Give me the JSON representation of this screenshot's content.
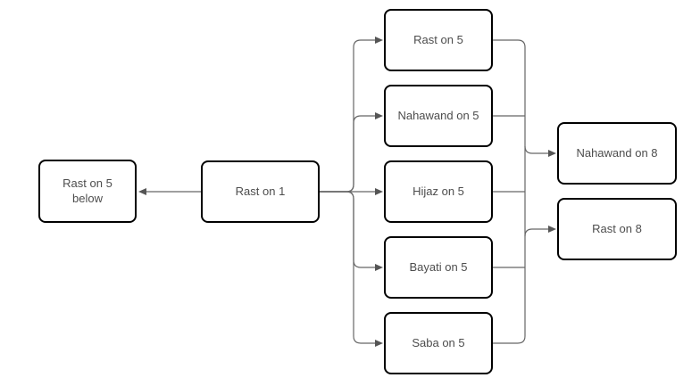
{
  "diagram": {
    "type": "flowchart",
    "nodes": {
      "rast_on_5_below": "Rast on 5 below",
      "rast_on_1": "Rast on 1",
      "rast_on_5": "Rast on 5",
      "nahawand_on_5": "Nahawand on 5",
      "hijaz_on_5": "Hijaz on 5",
      "bayati_on_5": "Bayati on 5",
      "saba_on_5": "Saba on 5",
      "nahawand_on_8": "Nahawand on 8",
      "rast_on_8": "Rast on 8"
    },
    "edges": [
      {
        "from": "rast_on_1",
        "to": "rast_on_5_below"
      },
      {
        "from": "rast_on_1",
        "to": "rast_on_5"
      },
      {
        "from": "rast_on_1",
        "to": "nahawand_on_5"
      },
      {
        "from": "rast_on_1",
        "to": "hijaz_on_5"
      },
      {
        "from": "rast_on_1",
        "to": "bayati_on_5"
      },
      {
        "from": "rast_on_1",
        "to": "saba_on_5"
      },
      {
        "from": "rast_on_5",
        "to": "nahawand_on_8"
      },
      {
        "from": "rast_on_5",
        "to": "rast_on_8"
      },
      {
        "from": "nahawand_on_5",
        "to": "nahawand_on_8"
      },
      {
        "from": "nahawand_on_5",
        "to": "rast_on_8"
      },
      {
        "from": "hijaz_on_5",
        "to": "nahawand_on_8"
      },
      {
        "from": "hijaz_on_5",
        "to": "rast_on_8"
      },
      {
        "from": "bayati_on_5",
        "to": "nahawand_on_8"
      },
      {
        "from": "bayati_on_5",
        "to": "rast_on_8"
      },
      {
        "from": "saba_on_5",
        "to": "nahawand_on_8"
      },
      {
        "from": "saba_on_5",
        "to": "rast_on_8"
      }
    ],
    "colors": {
      "connector": "#666666",
      "arrowhead": "#555555",
      "node_border": "#000000",
      "node_fill": "#ffffff",
      "text": "#4d4d4d",
      "background": "#ffffff"
    }
  }
}
